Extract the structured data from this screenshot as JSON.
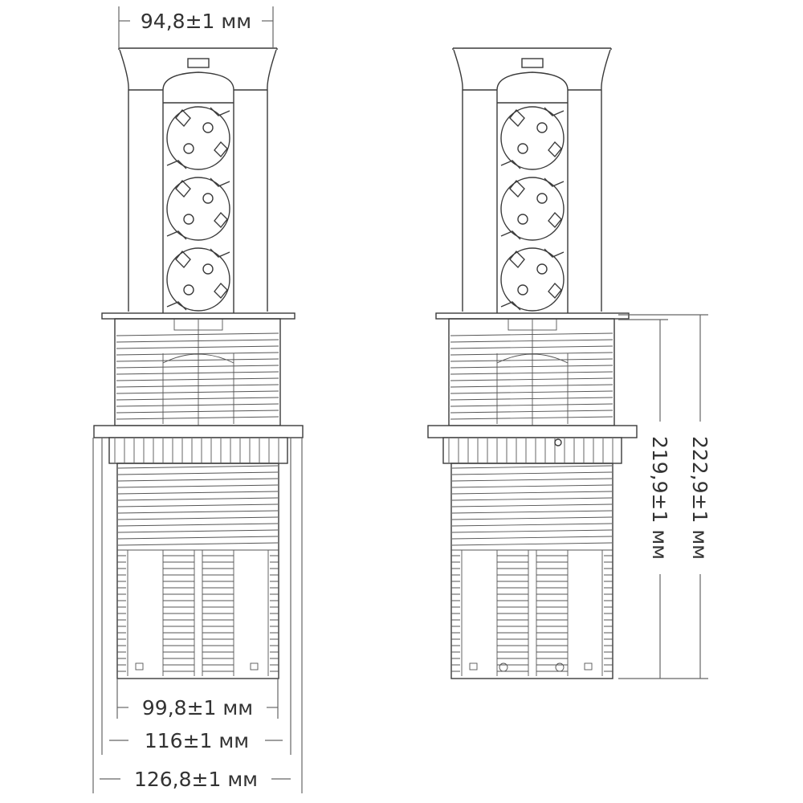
{
  "drawing": {
    "views": [
      "front-view",
      "side-view"
    ],
    "sockets_per_view": 3,
    "dimensions": {
      "top_width": "94,8±1 мм",
      "body_width": "99,8±1 мм",
      "cutout_width": "116±1 мм",
      "flange_width": "126,8±1 мм",
      "height_below_cover": "219,9±1 мм",
      "height_total": "222,9±1 мм"
    }
  }
}
